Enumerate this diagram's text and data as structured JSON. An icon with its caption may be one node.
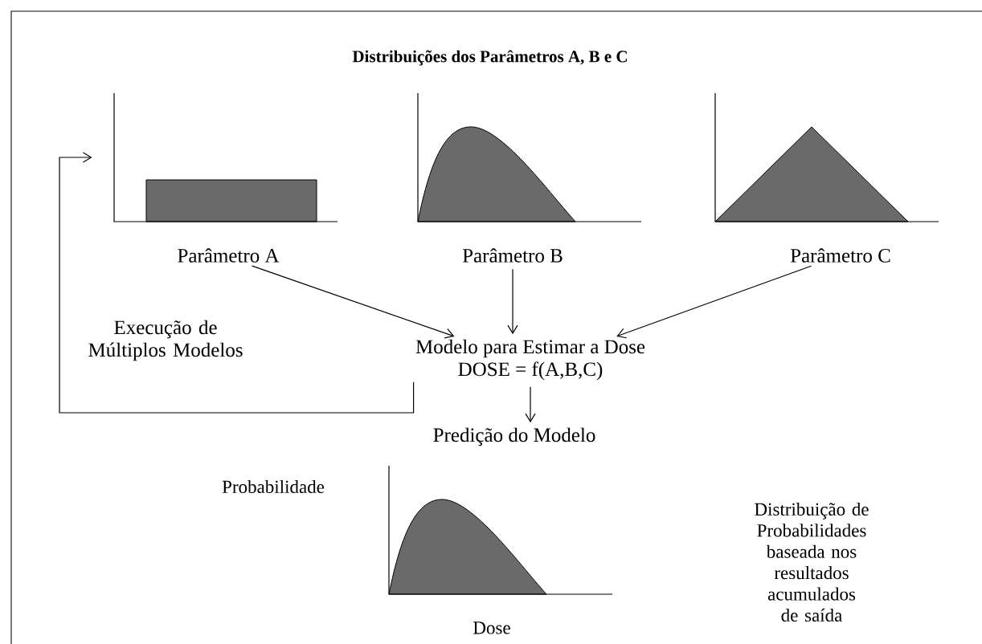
{
  "diagram": {
    "title": "Distribuições dos Parâmetros A, B e C",
    "nodes": [
      {
        "text": [
          "Parâmetro A"
        ]
      },
      {
        "text": [
          "Parâmetro B"
        ]
      },
      {
        "text": [
          "Parâmetro C"
        ]
      },
      {
        "text": [
          "Modelo para Estimar a Dose",
          "DOSE = f(A,B,C)"
        ]
      },
      {
        "text": [
          "Predição do Modelo"
        ]
      },
      {
        "text": [],
        "shape": "box"
      }
    ],
    "edges": [
      {
        "from": 0,
        "to": 3,
        "arrow": "to"
      },
      {
        "from": 1,
        "to": 3,
        "arrow": "to"
      },
      {
        "from": 2,
        "to": 3,
        "arrow": "to"
      },
      {
        "from": 3,
        "to": 4,
        "arrow": "to"
      },
      {
        "from": 3,
        "to": 5,
        "arrow": "to",
        "label": "Execução de Múltiplos Modelos"
      }
    ],
    "labels": [
      "Probabilidade",
      "Dose",
      "Distribuição de Probabilidades baseada nos resultados acumulados de saída"
    ]
  }
}
